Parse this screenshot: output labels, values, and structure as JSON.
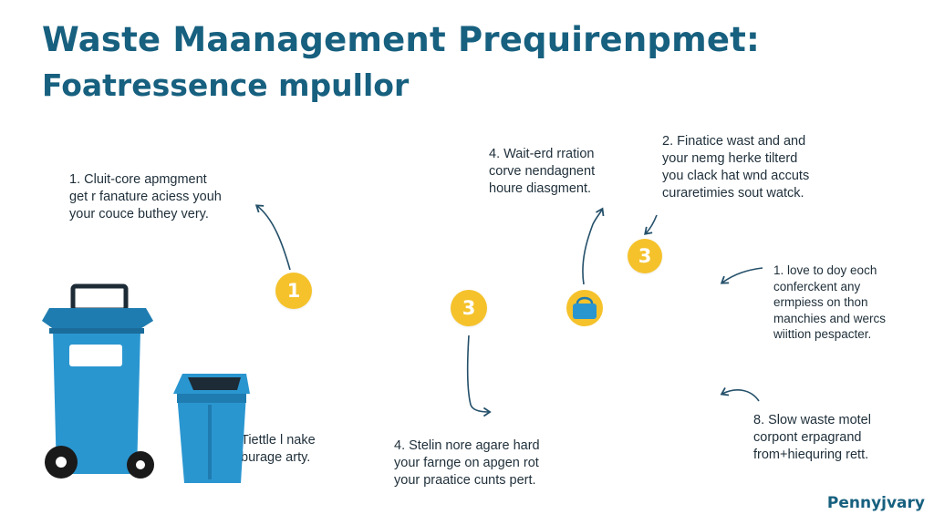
{
  "title": {
    "line1": "Waste Maanagement  Prequirenpmet:",
    "line2": "Foatressence mpullor"
  },
  "badges": {
    "b1": "1",
    "b2": "3",
    "b3": "3"
  },
  "notes": {
    "n1": [
      "1. Cluit-core apmgment",
      "get r fanature aciess youh",
      "your couce buthey very."
    ],
    "n2": [
      "4. Wait-erd rration",
      "corve nendagnent",
      "houre diasgment."
    ],
    "n3": [
      "2. Finatice wast and and",
      "your nemg herke tilterd",
      "you clack hat wnd accuts",
      "curaretimies sout watck."
    ],
    "n4": [
      "1. love to doy eoch",
      "conferckent any",
      "ermpiess on thon",
      "manchies and wercs",
      "wiittion pespacter."
    ],
    "n5": [
      "Tiettle l nake",
      "burage arty."
    ],
    "n6": [
      "4. Stelin nore agare hard",
      "your farnge on apgen rot",
      "your praatice cunts pert."
    ],
    "n7": [
      "8. Slow waste motel",
      "corpont erpagrand",
      "from+hiequring rett."
    ]
  },
  "brand": "Pennyjvary",
  "colors": {
    "title": "#17607f",
    "badge": "#f5c22b",
    "bin_dark": "#1f7cb0",
    "bin_light": "#2a96d0",
    "arrow": "#24506a"
  },
  "icons": [
    "wheelie-bin-icon",
    "open-bin-icon",
    "basket-icon"
  ]
}
